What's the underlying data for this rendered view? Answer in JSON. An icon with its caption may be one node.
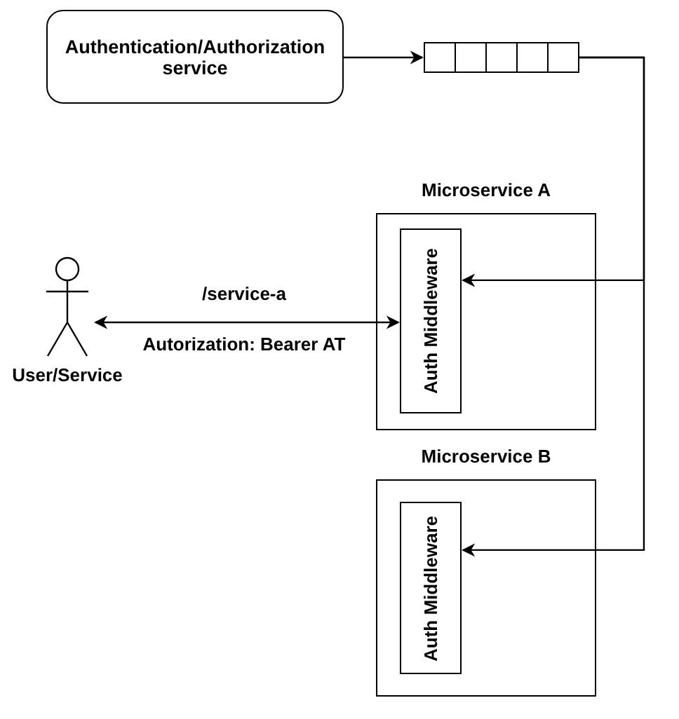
{
  "diagram": {
    "nodes": [
      {
        "text": [
          "Authentication/Authorization service"
        ]
      },
      {
        "text": [],
        "shape": "box"
      },
      {
        "text": [
          "Microservice A"
        ]
      },
      {
        "text": [
          "Auth Middleware"
        ],
        "in": 2
      },
      {
        "text": [
          "Microservice B"
        ]
      },
      {
        "text": [
          "Auth Middleware"
        ],
        "in": 4
      },
      {
        "text": [
          "User/Service"
        ]
      }
    ],
    "edges": [
      {
        "from": 0,
        "to": 1,
        "arrow": "to"
      },
      {
        "from": 1,
        "to": 3,
        "arrow": "to"
      },
      {
        "from": 1,
        "to": 5,
        "arrow": "to"
      },
      {
        "from": 6,
        "to": 3,
        "arrow": "both",
        "label": "/service-a"
      }
    ],
    "labels": [
      "Autorization: Bearer AT"
    ]
  }
}
